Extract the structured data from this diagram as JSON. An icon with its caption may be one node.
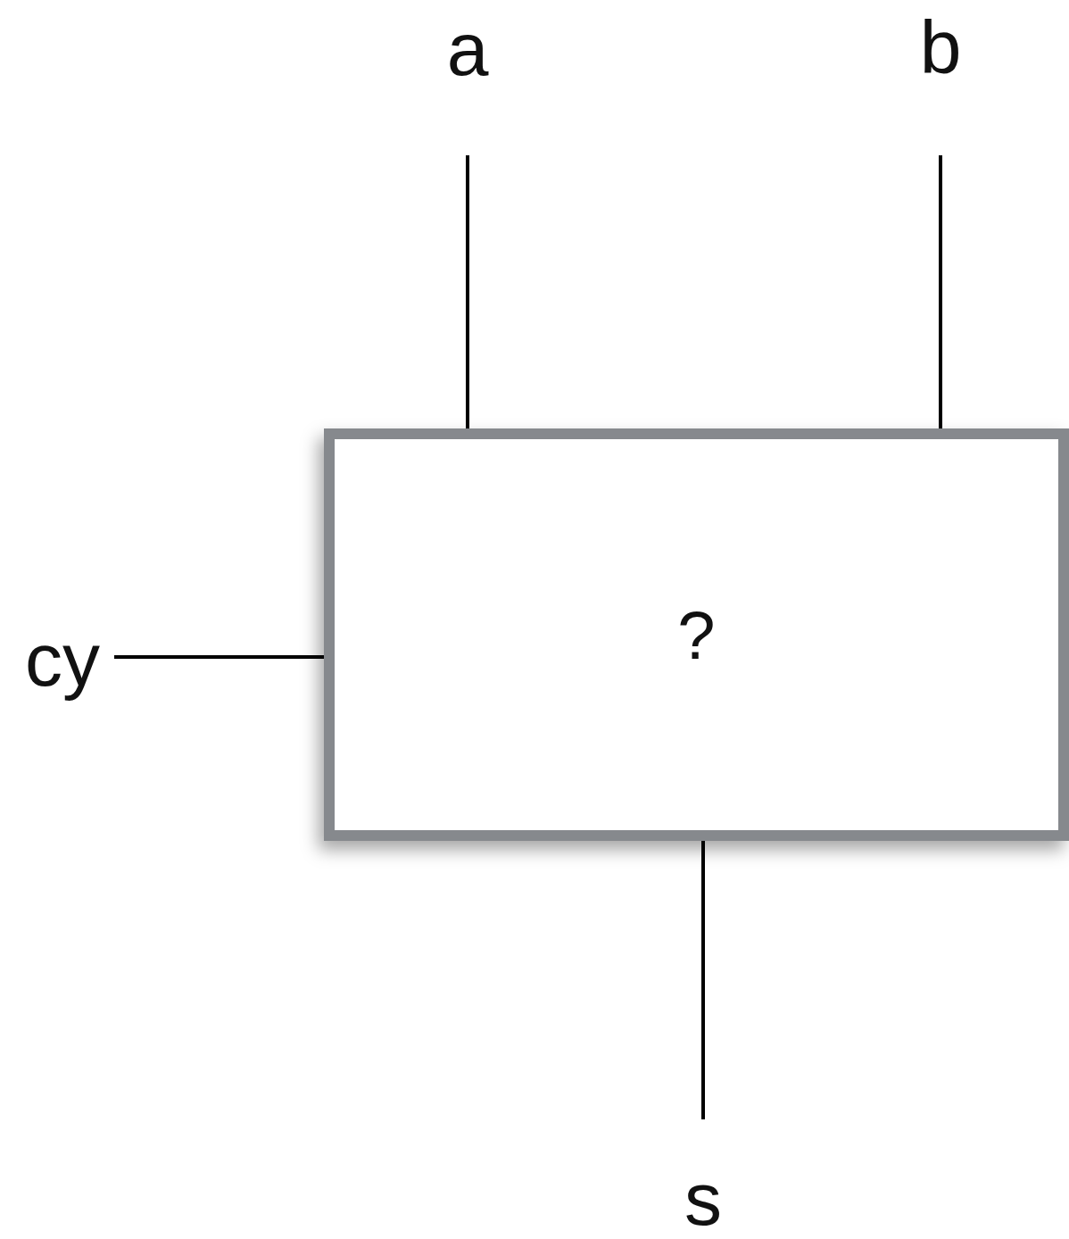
{
  "diagram": {
    "nodes": [
      {
        "text": [
          "?"
        ]
      },
      {
        "text": [
          "a"
        ]
      },
      {
        "text": [
          "b"
        ]
      },
      {
        "text": [
          "cy"
        ]
      },
      {
        "text": [
          "s"
        ]
      }
    ],
    "edges": [
      {
        "from": 1,
        "to": 0,
        "arrow": "none"
      },
      {
        "from": 2,
        "to": 0,
        "arrow": "none"
      },
      {
        "from": 3,
        "to": 0,
        "arrow": "none"
      },
      {
        "from": 0,
        "to": 4,
        "arrow": "none"
      }
    ]
  }
}
